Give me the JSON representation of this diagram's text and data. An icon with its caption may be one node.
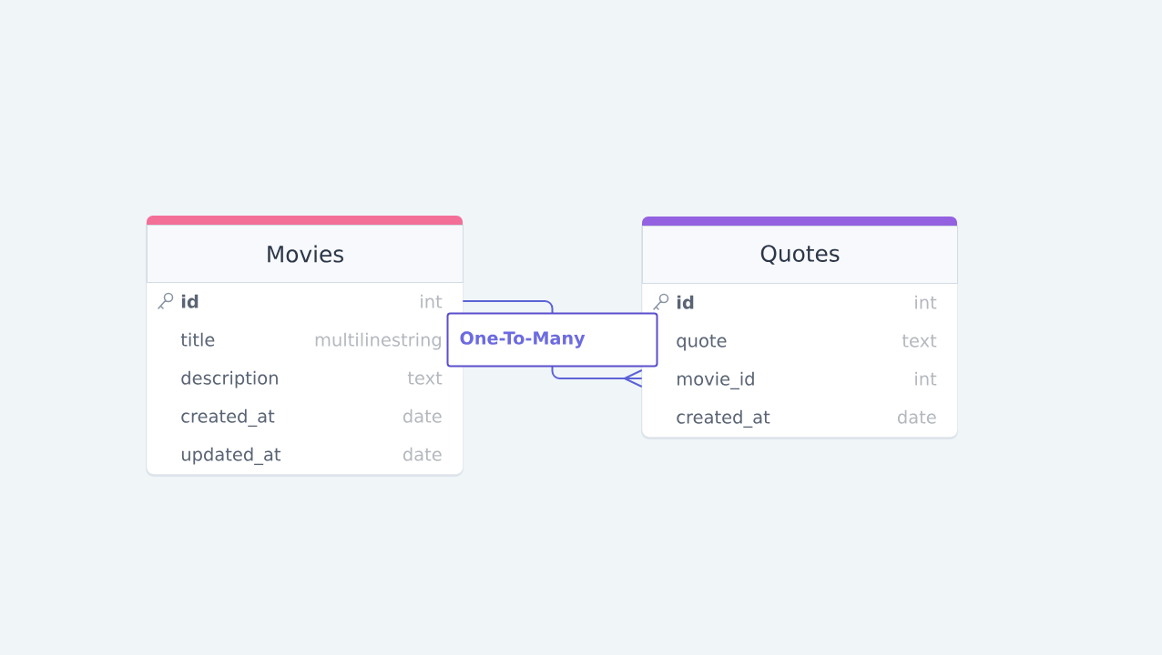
{
  "diagram": {
    "nodes": [
      {
        "text": [
          "Movies"
        ]
      },
      {
        "text": [
          "id",
          "int"
        ],
        "in": 0
      },
      {
        "text": [
          "title",
          "multilinestring"
        ],
        "in": 0
      },
      {
        "text": [
          "description",
          "text"
        ],
        "in": 0
      },
      {
        "text": [
          "created_at",
          "date"
        ],
        "in": 0
      },
      {
        "text": [
          "updated_at",
          "date"
        ],
        "in": 0
      },
      {
        "text": [
          "Quotes"
        ]
      },
      {
        "text": [
          "id",
          "int"
        ],
        "in": 6
      },
      {
        "text": [
          "quote",
          "text"
        ],
        "in": 6
      },
      {
        "text": [
          "movie_id",
          "int"
        ],
        "in": 6
      },
      {
        "text": [
          "created_at",
          "date"
        ],
        "in": 6
      }
    ],
    "edges": [
      {
        "from": 1,
        "to": 9,
        "arrow": "other",
        "label": "One-To-Many"
      }
    ]
  }
}
